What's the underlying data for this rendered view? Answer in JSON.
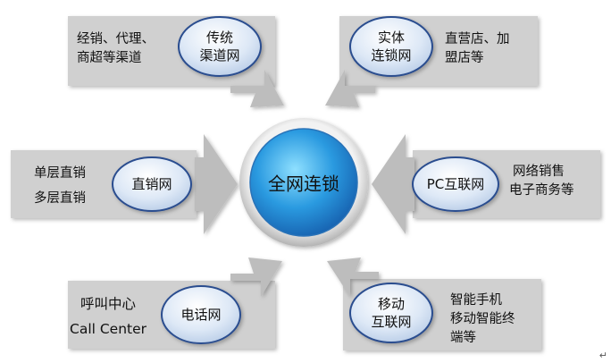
{
  "center": {
    "label": "全网连锁"
  },
  "nodes": [
    {
      "id": "traditional",
      "label_lines": [
        "传统",
        "渠道网"
      ],
      "desc_lines": [
        "经销、代理、",
        "商超等渠道"
      ]
    },
    {
      "id": "physical",
      "label_lines": [
        "实体",
        "连锁网"
      ],
      "desc_lines": [
        "直营店、加",
        "盟店等"
      ]
    },
    {
      "id": "direct",
      "label_lines": [
        "直销网"
      ],
      "desc_lines": [
        "单层直销",
        "多层直销"
      ]
    },
    {
      "id": "pc",
      "label_lines": [
        "PC互联网"
      ],
      "desc_lines": [
        "网络销售",
        "电子商务等"
      ]
    },
    {
      "id": "phone",
      "label_lines": [
        "电话网"
      ],
      "desc_lines": [
        "呼叫中心",
        "Call Center"
      ]
    },
    {
      "id": "mobile",
      "label_lines": [
        "移动",
        "互联网"
      ],
      "desc_lines": [
        "智能手机",
        "移动智能终",
        "端等"
      ]
    }
  ],
  "colors": {
    "panel": "#d0d0d0",
    "arrow_shaft": "#bcbcbc",
    "center_fill": "#1f8fdc",
    "center_ring": "#c9c9c9",
    "node_fill": "#d6e4f5",
    "node_border": "#2b4d8f"
  },
  "page_marker": "↵"
}
